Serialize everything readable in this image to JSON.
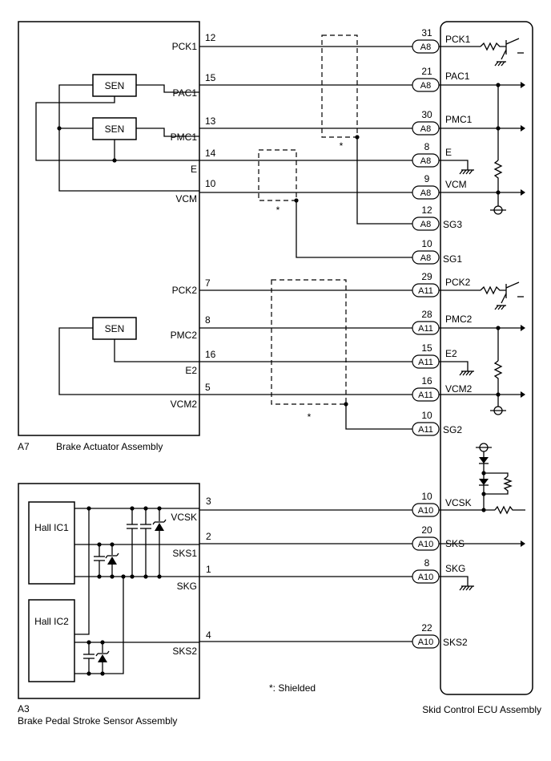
{
  "brake_actuator": {
    "label": "A7",
    "name": "Brake Actuator Assembly",
    "sensor_label": "SEN",
    "pins": [
      {
        "name": "PCK1",
        "num": "12"
      },
      {
        "name": "PAC1",
        "num": "15"
      },
      {
        "name": "PMC1",
        "num": "13"
      },
      {
        "name": "E",
        "num": "14"
      },
      {
        "name": "VCM",
        "num": "10"
      },
      {
        "name": "PCK2",
        "num": "7"
      },
      {
        "name": "PMC2",
        "num": "8"
      },
      {
        "name": "E2",
        "num": "16"
      },
      {
        "name": "VCM2",
        "num": "5"
      }
    ]
  },
  "stroke_sensor": {
    "label": "A3",
    "name": "Brake Pedal Stroke Sensor Assembly",
    "hall_ic1": "Hall IC1",
    "hall_ic2": "Hall IC2",
    "pins": [
      {
        "name": "VCSK",
        "num": "3"
      },
      {
        "name": "SKS1",
        "num": "2"
      },
      {
        "name": "SKG",
        "num": "1"
      },
      {
        "name": "SKS2",
        "num": "4"
      }
    ]
  },
  "ecu": {
    "name": "Skid Control ECU Assembly",
    "pins": [
      {
        "conn": "A8",
        "num": "31",
        "name": "PCK1"
      },
      {
        "conn": "A8",
        "num": "21",
        "name": "PAC1"
      },
      {
        "conn": "A8",
        "num": "30",
        "name": "PMC1"
      },
      {
        "conn": "A8",
        "num": "8",
        "name": "E"
      },
      {
        "conn": "A8",
        "num": "9",
        "name": "VCM"
      },
      {
        "conn": "A8",
        "num": "12",
        "name": "SG3"
      },
      {
        "conn": "A8",
        "num": "10",
        "name": "SG1"
      },
      {
        "conn": "A11",
        "num": "29",
        "name": "PCK2"
      },
      {
        "conn": "A11",
        "num": "28",
        "name": "PMC2"
      },
      {
        "conn": "A11",
        "num": "15",
        "name": "E2"
      },
      {
        "conn": "A11",
        "num": "16",
        "name": "VCM2"
      },
      {
        "conn": "A11",
        "num": "10",
        "name": "SG2"
      },
      {
        "conn": "A10",
        "num": "10",
        "name": "VCSK"
      },
      {
        "conn": "A10",
        "num": "20",
        "name": "SKS"
      },
      {
        "conn": "A10",
        "num": "8",
        "name": "SKG"
      },
      {
        "conn": "A10",
        "num": "22",
        "name": "SKS2"
      }
    ]
  },
  "shield_mark": "*",
  "legend": "*: Shielded"
}
